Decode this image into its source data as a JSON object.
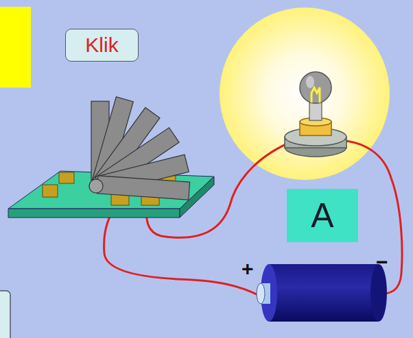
{
  "diagram": {
    "nodes": [
      {
        "text": [
          "Klik"
        ]
      },
      {
        "text": [
          "A"
        ]
      }
    ],
    "labels": [
      "+",
      "−"
    ]
  }
}
